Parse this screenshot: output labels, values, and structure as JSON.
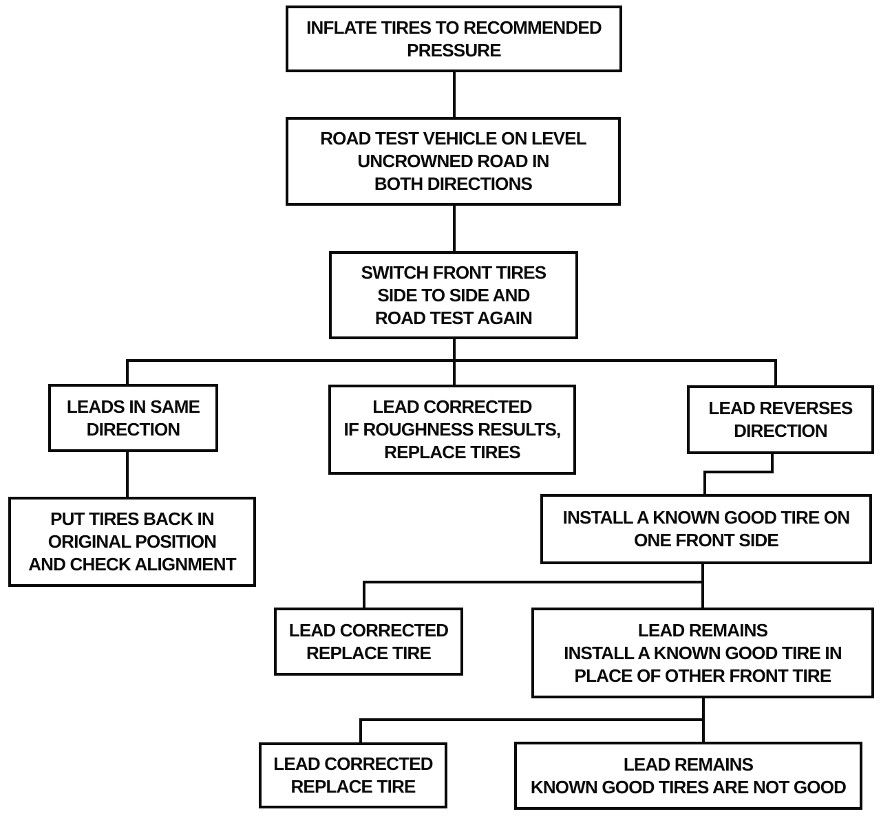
{
  "diagram": {
    "type": "flowchart",
    "colors": {
      "line": "#0a0a0a",
      "background": "#ffffff",
      "text": "#0b0b0b"
    },
    "nodes": {
      "inflate": {
        "lines": [
          "INFLATE TIRES TO RECOMMENDED",
          "PRESSURE"
        ]
      },
      "road_test": {
        "lines": [
          "ROAD TEST VEHICLE ON LEVEL",
          "UNCROWNED ROAD IN",
          "BOTH DIRECTIONS"
        ]
      },
      "switch_front": {
        "lines": [
          "SWITCH FRONT TIRES",
          "SIDE TO SIDE AND",
          "ROAD TEST AGAIN"
        ]
      },
      "leads_same": {
        "lines": [
          "LEADS IN SAME",
          "DIRECTION"
        ]
      },
      "lead_corrected_roughness": {
        "lines": [
          "LEAD CORRECTED",
          "IF ROUGHNESS RESULTS,",
          "REPLACE TIRES"
        ]
      },
      "lead_reverses": {
        "lines": [
          "LEAD REVERSES",
          "DIRECTION"
        ]
      },
      "put_back": {
        "lines": [
          "PUT TIRES BACK IN",
          "ORIGINAL POSITION",
          "AND CHECK ALIGNMENT"
        ]
      },
      "install_good_one_side": {
        "lines": [
          "INSTALL A KNOWN GOOD TIRE ON",
          "ONE FRONT SIDE"
        ]
      },
      "lead_corrected_replace_a": {
        "lines": [
          "LEAD CORRECTED",
          "REPLACE TIRE"
        ]
      },
      "lead_remains_install": {
        "lines": [
          "LEAD REMAINS",
          "INSTALL A KNOWN GOOD TIRE IN",
          "PLACE OF OTHER FRONT TIRE"
        ]
      },
      "lead_corrected_replace_b": {
        "lines": [
          "LEAD CORRECTED",
          "REPLACE TIRE"
        ]
      },
      "lead_remains_not_good": {
        "lines": [
          "LEAD REMAINS",
          "KNOWN GOOD TIRES ARE NOT GOOD"
        ]
      }
    },
    "edges": [
      {
        "from": "inflate",
        "to": "road_test"
      },
      {
        "from": "road_test",
        "to": "switch_front"
      },
      {
        "from": "switch_front",
        "to": "leads_same"
      },
      {
        "from": "switch_front",
        "to": "lead_corrected_roughness"
      },
      {
        "from": "switch_front",
        "to": "lead_reverses"
      },
      {
        "from": "leads_same",
        "to": "put_back"
      },
      {
        "from": "lead_reverses",
        "to": "install_good_one_side"
      },
      {
        "from": "install_good_one_side",
        "to": "lead_corrected_replace_a"
      },
      {
        "from": "install_good_one_side",
        "to": "lead_remains_install"
      },
      {
        "from": "lead_remains_install",
        "to": "lead_corrected_replace_b"
      },
      {
        "from": "lead_remains_install",
        "to": "lead_remains_not_good"
      }
    ]
  }
}
